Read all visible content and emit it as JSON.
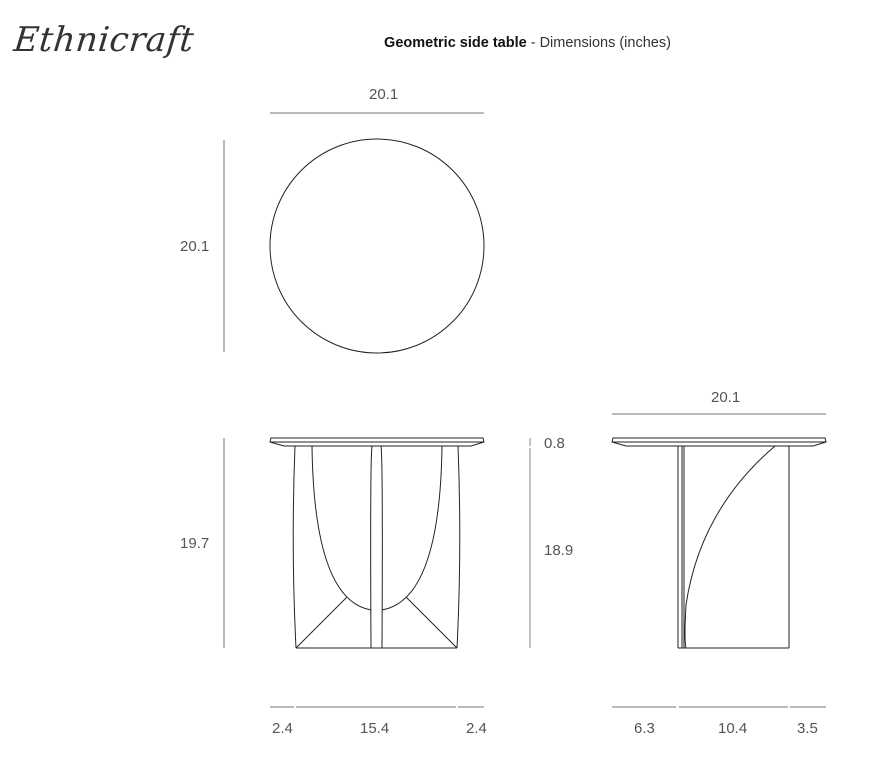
{
  "header": {
    "logo": "Ethnicraft",
    "title_bold": "Geometric side table",
    "title_sep": " - ",
    "title_light": "Dimensions (inches)"
  },
  "top_view": {
    "width_label": "20.1",
    "depth_label": "20.1"
  },
  "front_view": {
    "height_label": "19.7",
    "bottom_labels": [
      "2.4",
      "15.4",
      "2.4"
    ]
  },
  "middle_dims": {
    "top_thickness": "0.8",
    "leg_height": "18.9"
  },
  "side_view": {
    "width_label": "20.1",
    "bottom_labels": [
      "6.3",
      "10.4",
      "3.5"
    ]
  },
  "colors": {
    "line": "#222222",
    "dim_line": "#777777",
    "dim_text": "#555555"
  }
}
